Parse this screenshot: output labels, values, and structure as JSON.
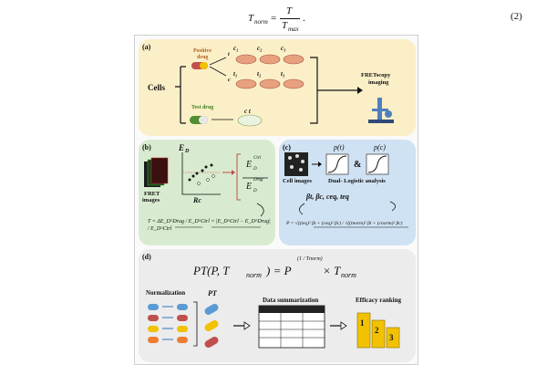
{
  "top_equation": {
    "lhs_var": "T",
    "lhs_sub": "norm",
    "num": "T",
    "den_var": "T",
    "den_sub": "max",
    "number": "(2)"
  },
  "panel_a": {
    "label": "(a)",
    "cells": "Cells",
    "positive_drug_line1": "Positive",
    "positive_drug_line2": "drug",
    "test_drug": "Test drug",
    "c_labels": [
      "c₁",
      "c₂",
      "c₃"
    ],
    "t_labels": [
      "t₁",
      "t₂",
      "t₃"
    ],
    "t_row": "t",
    "c_row": "c",
    "test_labels": "c t",
    "fret_line1": "FRETscopy",
    "fret_line2": "imaging"
  },
  "panel_b": {
    "label": "(b)",
    "fret_images_1": "FRET",
    "fret_images_2": "images",
    "ed_axis": "E",
    "ed_sub": "D",
    "rc_axis": "Rc",
    "ratio_top": "E",
    "ratio_top_sup": "Ctrl",
    "ratio_top_sub": "D",
    "ratio_bot": "E",
    "ratio_bot_sup": "Drug",
    "ratio_bot_sub": "D",
    "formula": "T = ΔE_D^Drug / E_D^Ctrl = |E_D^Ctrl − E_D^Drug| / E_D^Ctrl"
  },
  "panel_c": {
    "label": "(c)",
    "cell_images": "Cell images",
    "pt_label": "p(t)",
    "pc_label": "p(c)",
    "amp": "&",
    "dual_logistic": "Dual- Logistic analysis",
    "params": "βt, βc, ceq, teq",
    "formula": "P = √((teq)² βt + (ceq)² βc) / √((tnorm)² βt + (cnorm)² βc)"
  },
  "panel_d": {
    "label": "(d)",
    "formula_lhs": "PT(P, T",
    "formula_norm": "norm",
    "formula_mid": ") = P",
    "formula_exp": "(1 / Tnorm)",
    "formula_tail": " × T",
    "normalization": "Normalization",
    "pt": "PT",
    "data_summ": "Data summarization",
    "efficacy": "Efficacy ranking",
    "ranks": [
      "1",
      "2",
      "3"
    ]
  },
  "colors": {
    "panel_a_bg": "#fbefc8",
    "panel_b_bg": "#d8ebd0",
    "panel_c_bg": "#cfe2f3",
    "panel_d_bg": "#ececec",
    "positive_drug": "#c0504d",
    "test_drug": "#4f8f2f",
    "podium": "#f2c200"
  }
}
